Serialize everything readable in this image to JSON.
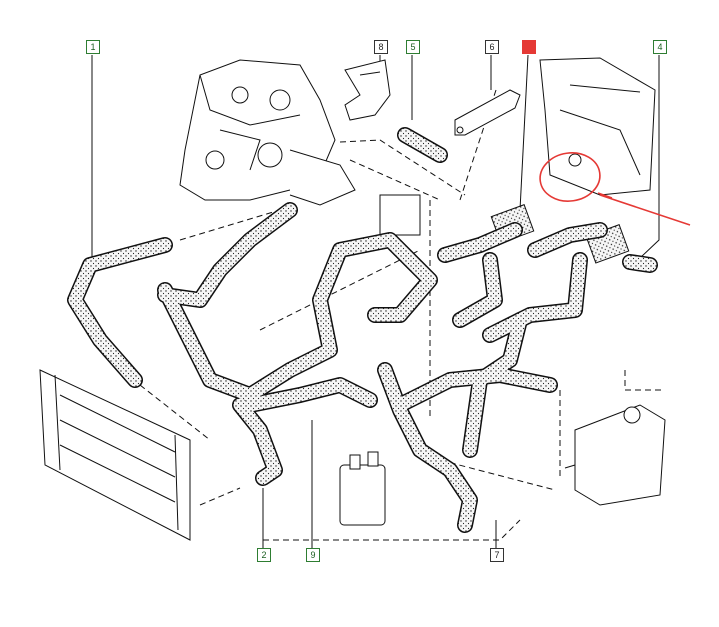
{
  "callouts": [
    {
      "id": "1",
      "label": "1",
      "style": "green"
    },
    {
      "id": "8",
      "label": "8",
      "style": "plain"
    },
    {
      "id": "5",
      "label": "5",
      "style": "green"
    },
    {
      "id": "6",
      "label": "6",
      "style": "plain"
    },
    {
      "id": "marked",
      "label": "",
      "style": "red"
    },
    {
      "id": "4",
      "label": "4",
      "style": "green"
    },
    {
      "id": "2",
      "label": "2",
      "style": "green"
    },
    {
      "id": "9",
      "label": "9",
      "style": "green"
    },
    {
      "id": "7",
      "label": "7",
      "style": "plain"
    }
  ],
  "colors": {
    "hose_fill": "#f4f4f4",
    "hose_stroke": "#111111",
    "callout_green": "#2e7d32",
    "callout_red": "#e53935",
    "annotation_red": "#e53935"
  }
}
